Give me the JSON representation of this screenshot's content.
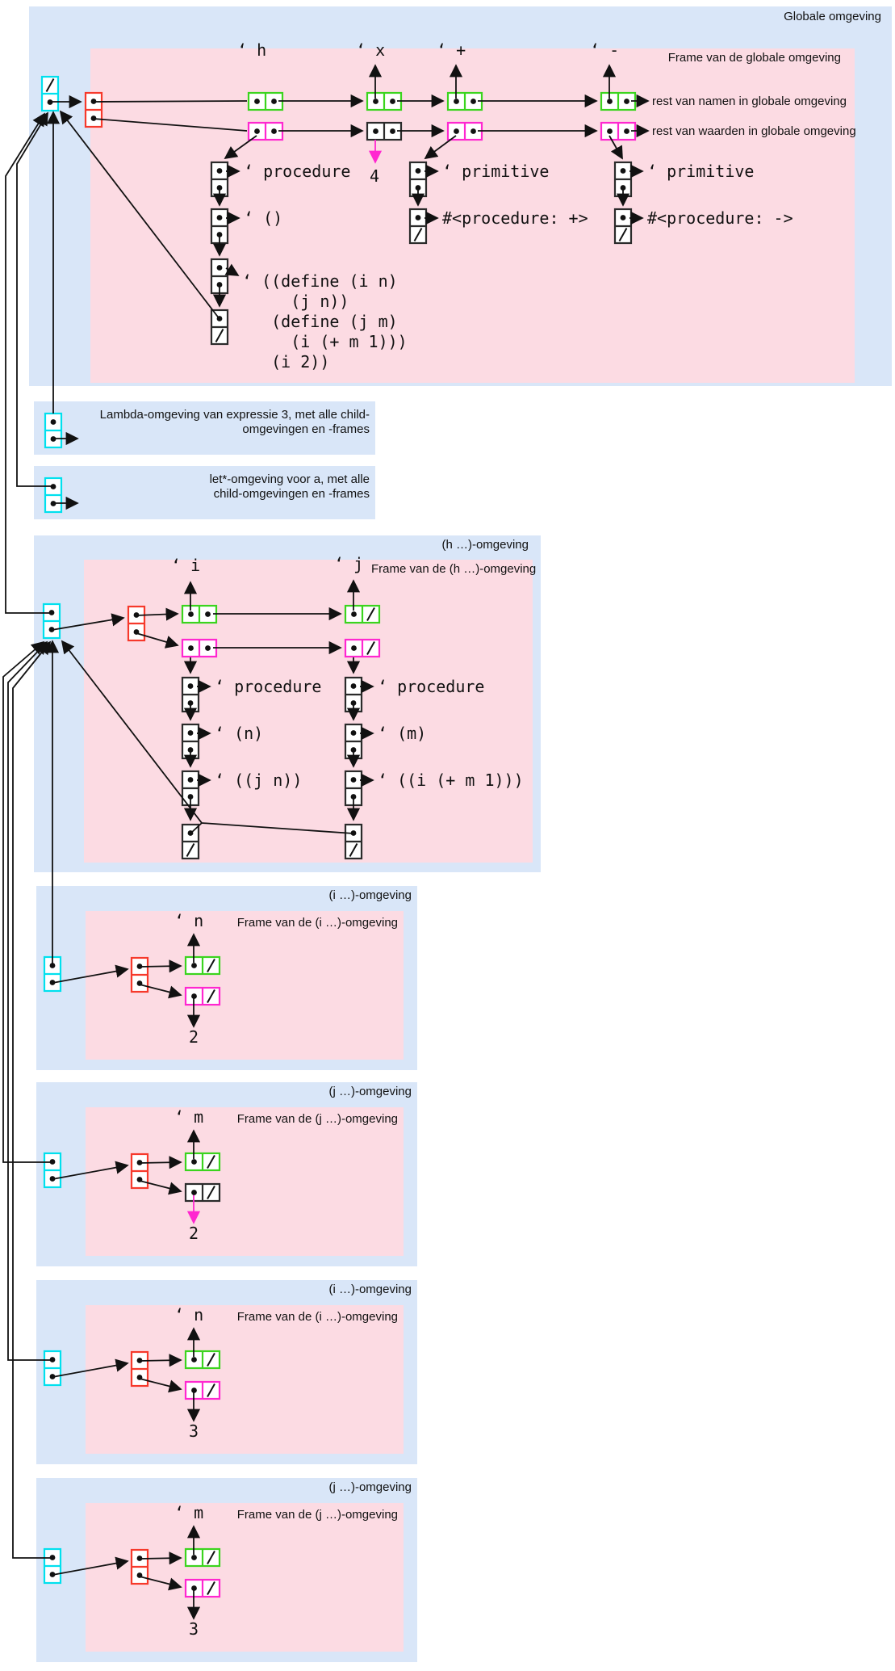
{
  "colors": {
    "section_bg": "#d9e6f8",
    "frame_bg": "#fcdbe3",
    "env_box": "#00e0ee",
    "frame_list_box": "#f6392b",
    "name_cell": "#3bd41e",
    "value_cell": "#ff27d0",
    "plain_cell": "#2b2b2b",
    "line": "#111111",
    "highlight_arrow": "#ff27d0"
  },
  "global_env": {
    "title": "Globale omgeving",
    "frame_title": "Frame van de globale omgeving",
    "rest_names": "rest van namen in globale omgeving",
    "rest_values": "rest van waarden in globale omgeving",
    "names": {
      "h": "‘ h",
      "x": "‘ x",
      "plus": "‘ +",
      "minus": "‘ -"
    },
    "h_value": {
      "tag": "‘ procedure",
      "params": "‘ ()",
      "body": "‘ ((define (i n)\n     (j n))\n   (define (j m)\n     (i (+ m 1)))\n   (i 2))"
    },
    "x_value": "4",
    "plus_value": {
      "tag": "‘ primitive",
      "value": "#<procedure: +>"
    },
    "minus_value": {
      "tag": "‘ primitive",
      "value": "#<procedure: ->"
    }
  },
  "lambda_env": {
    "line1": "Lambda-omgeving van expressie 3, met alle child-",
    "line2": "omgevingen en -frames"
  },
  "letstar_env": {
    "line1": "let*-omgeving voor a, met alle",
    "line2": "child-omgevingen en -frames"
  },
  "h_env": {
    "title": "(h …)-omgeving",
    "frame_title": "Frame van de (h …)-omgeving",
    "names": {
      "i": "‘ i",
      "j": "‘ j"
    },
    "i_value": {
      "tag": "‘ procedure",
      "params": "‘ (n)",
      "body": "‘ ((j n))"
    },
    "j_value": {
      "tag": "‘ procedure",
      "params": "‘ (m)",
      "body": "‘ ((i (+ m 1)))"
    }
  },
  "i_env_first": {
    "title": "(i …)-omgeving",
    "frame_title": "Frame van de (i …)-omgeving",
    "name": "‘ n",
    "value": "2"
  },
  "j_env_first": {
    "title": "(j …)-omgeving",
    "frame_title": "Frame van de (j …)-omgeving",
    "name": "‘ m",
    "value": "2"
  },
  "i_env_second": {
    "title": "(i …)-omgeving",
    "frame_title": "Frame van de (i …)-omgeving",
    "name": "‘ n",
    "value": "3"
  },
  "j_env_second": {
    "title": "(j …)-omgeving",
    "frame_title": "Frame van de (j …)-omgeving",
    "name": "‘ m",
    "value": "3"
  }
}
